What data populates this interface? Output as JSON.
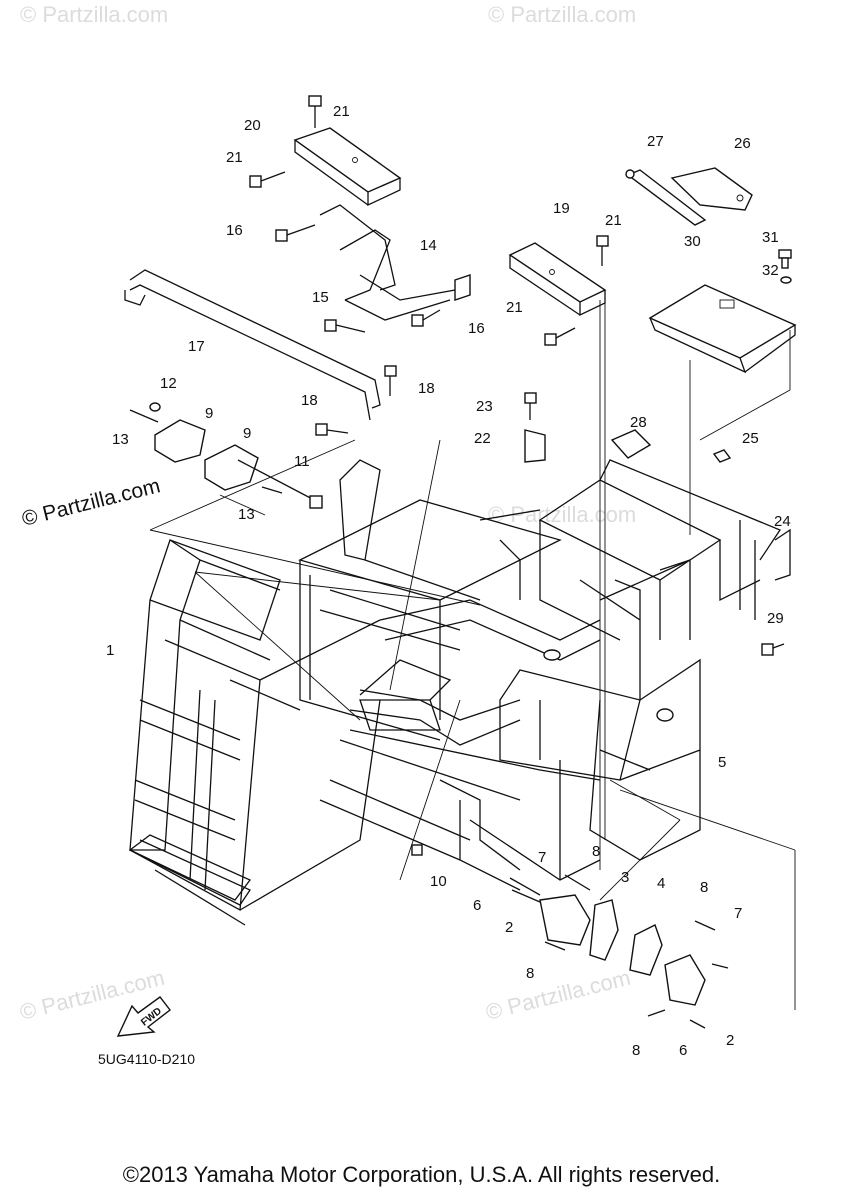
{
  "watermarks": {
    "top_left": "© Partzilla.com",
    "top_center": "© Partzilla.com",
    "side": "© Partzilla.com",
    "mid": "© Partzilla.com",
    "bottom_left": "© Partzilla.com",
    "bottom_center": "© Partzilla.com"
  },
  "callouts": {
    "c1": "1",
    "c2a": "2",
    "c2b": "2",
    "c3": "3",
    "c4": "4",
    "c5": "5",
    "c6a": "6",
    "c6b": "6",
    "c7a": "7",
    "c7b": "7",
    "c8a": "8",
    "c8b": "8",
    "c8c": "8",
    "c8d": "8",
    "c9a": "9",
    "c9b": "9",
    "c10": "10",
    "c11": "11",
    "c12": "12",
    "c13a": "13",
    "c13b": "13",
    "c14": "14",
    "c15": "15",
    "c16a": "16",
    "c16b": "16",
    "c17": "17",
    "c18a": "18",
    "c18b": "18",
    "c19": "19",
    "c20": "20",
    "c21a": "21",
    "c21b": "21",
    "c21c": "21",
    "c21d": "21",
    "c22": "22",
    "c23": "23",
    "c24": "24",
    "c25": "25",
    "c26": "26",
    "c27": "27",
    "c28": "28",
    "c29": "29",
    "c30": "30",
    "c31": "31",
    "c32": "32"
  },
  "fwd_label": "FWD",
  "diagram_code": "5UG4110-D210",
  "copyright": "©2013 Yamaha Motor Corporation, U.S.A. All rights reserved."
}
